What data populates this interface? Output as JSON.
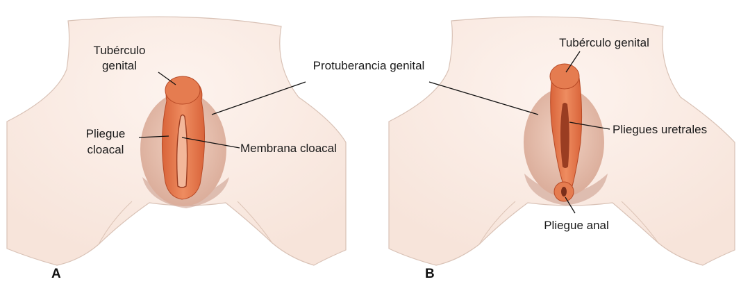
{
  "panels": [
    {
      "letter": "A",
      "labels": {
        "genital_tubercle_line1": "Tubérculo",
        "genital_tubercle_line2": "genital",
        "genital_swelling": "Protuberancia genital",
        "cloacal_fold_line1": "Pliegue",
        "cloacal_fold_line2": "cloacal",
        "cloacal_membrane": "Membrana cloacal"
      }
    },
    {
      "letter": "B",
      "labels": {
        "genital_tubercle": "Tubérculo genital",
        "urethral_folds": "Pliegues uretrales",
        "anal_fold": "Pliegue anal"
      }
    }
  ],
  "colors": {
    "skin_light": "#fbeee6",
    "skin_outline": "#d9c2b6",
    "swelling": "#ecc9b8",
    "swelling_shadow": "#c99887",
    "fold": "#e57c50",
    "fold_dark": "#c9552e",
    "fold_inner": "#9a3d22",
    "membrane": "#f3b79a"
  }
}
